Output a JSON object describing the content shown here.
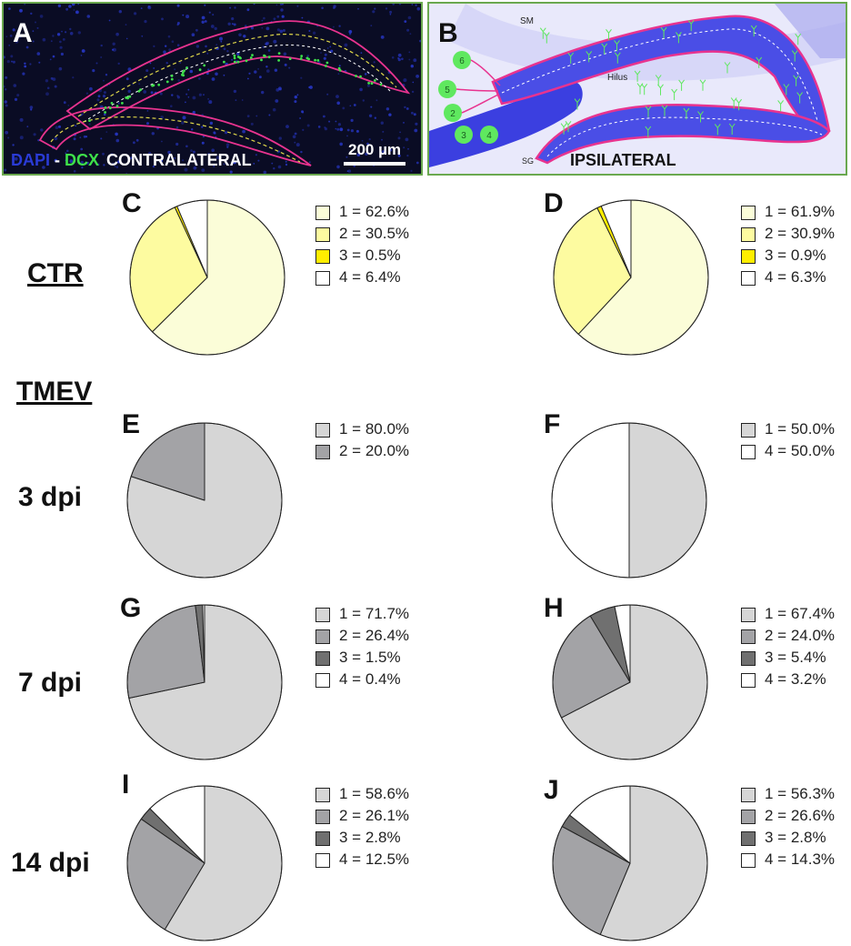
{
  "panel_a": {
    "letter": "A",
    "caption_dapi": "DAPI",
    "caption_dash": " - ",
    "caption_dcx": "DCX",
    "caption_side": "CONTRALATERAL",
    "scale_label": "200 µm",
    "colors": {
      "dapi": "#2a3bd6",
      "dcx": "#3ee04a",
      "outline": "#e8338f",
      "dash": "#e0d84a"
    }
  },
  "panel_b": {
    "letter": "B",
    "label_sm": "SM",
    "label_hilus": "Hilus",
    "label_sg": "SG",
    "caption_side": "IPSILATERAL",
    "cell_labels": [
      "6",
      "5",
      "2",
      "3",
      "4"
    ],
    "colors": {
      "layer": "#3b3fe0",
      "cells": "#5fe85f",
      "outline": "#e8338f",
      "background": "#e9e9fb"
    }
  },
  "row_labels": {
    "ctr": "CTR",
    "tmev": "TMEV",
    "dpi3": "3 dpi",
    "dpi7": "7 dpi",
    "dpi14": "14 dpi"
  },
  "category_colors": {
    "ctr": {
      "1": "#fbfdd8",
      "2": "#fdfba0",
      "3": "#ffee00",
      "4": "#ffffff"
    },
    "tmev": {
      "1": "#d6d6d6",
      "2": "#a3a3a6",
      "3": "#707070",
      "4": "#ffffff"
    }
  },
  "chart_data": [
    {
      "panel": "C",
      "type": "pie",
      "palette": "ctr",
      "slices": [
        {
          "label": "1 = 62.6%",
          "category": "1",
          "value": 62.6
        },
        {
          "label": "2 = 30.5%",
          "category": "2",
          "value": 30.5
        },
        {
          "label": "3 = 0.5%",
          "category": "3",
          "value": 0.5
        },
        {
          "label": "4 = 6.4%",
          "category": "4",
          "value": 6.4
        }
      ]
    },
    {
      "panel": "D",
      "type": "pie",
      "palette": "ctr",
      "slices": [
        {
          "label": "1 = 61.9%",
          "category": "1",
          "value": 61.9
        },
        {
          "label": "2 = 30.9%",
          "category": "2",
          "value": 30.9
        },
        {
          "label": "3 = 0.9%",
          "category": "3",
          "value": 0.9
        },
        {
          "label": "4 = 6.3%",
          "category": "4",
          "value": 6.3
        }
      ]
    },
    {
      "panel": "E",
      "type": "pie",
      "palette": "tmev",
      "slices": [
        {
          "label": "1 = 80.0%",
          "category": "1",
          "value": 80.0
        },
        {
          "label": "2 = 20.0%",
          "category": "2",
          "value": 20.0
        }
      ]
    },
    {
      "panel": "F",
      "type": "pie",
      "palette": "tmev",
      "slices": [
        {
          "label": "1 = 50.0%",
          "category": "1",
          "value": 50.0
        },
        {
          "label": "4 = 50.0%",
          "category": "4",
          "value": 50.0
        }
      ]
    },
    {
      "panel": "G",
      "type": "pie",
      "palette": "tmev",
      "slices": [
        {
          "label": "1 = 71.7%",
          "category": "1",
          "value": 71.7
        },
        {
          "label": "2 = 26.4%",
          "category": "2",
          "value": 26.4
        },
        {
          "label": "3 = 1.5%",
          "category": "3",
          "value": 1.5
        },
        {
          "label": "4 = 0.4%",
          "category": "4",
          "value": 0.4
        }
      ]
    },
    {
      "panel": "H",
      "type": "pie",
      "palette": "tmev",
      "slices": [
        {
          "label": "1 = 67.4%",
          "category": "1",
          "value": 67.4
        },
        {
          "label": "2 = 24.0%",
          "category": "2",
          "value": 24.0
        },
        {
          "label": "3 = 5.4%",
          "category": "3",
          "value": 5.4
        },
        {
          "label": "4 = 3.2%",
          "category": "4",
          "value": 3.2
        }
      ]
    },
    {
      "panel": "I",
      "type": "pie",
      "palette": "tmev",
      "slices": [
        {
          "label": "1 = 58.6%",
          "category": "1",
          "value": 58.6
        },
        {
          "label": "2 = 26.1%",
          "category": "2",
          "value": 26.1
        },
        {
          "label": "3 = 2.8%",
          "category": "3",
          "value": 2.8
        },
        {
          "label": "4 = 12.5%",
          "category": "4",
          "value": 12.5
        }
      ]
    },
    {
      "panel": "J",
      "type": "pie",
      "palette": "tmev",
      "slices": [
        {
          "label": "1 = 56.3%",
          "category": "1",
          "value": 56.3
        },
        {
          "label": "2 = 26.6%",
          "category": "2",
          "value": 26.6
        },
        {
          "label": "3 = 2.8%",
          "category": "3",
          "value": 2.8
        },
        {
          "label": "4 = 14.3%",
          "category": "4",
          "value": 14.3
        }
      ]
    }
  ]
}
